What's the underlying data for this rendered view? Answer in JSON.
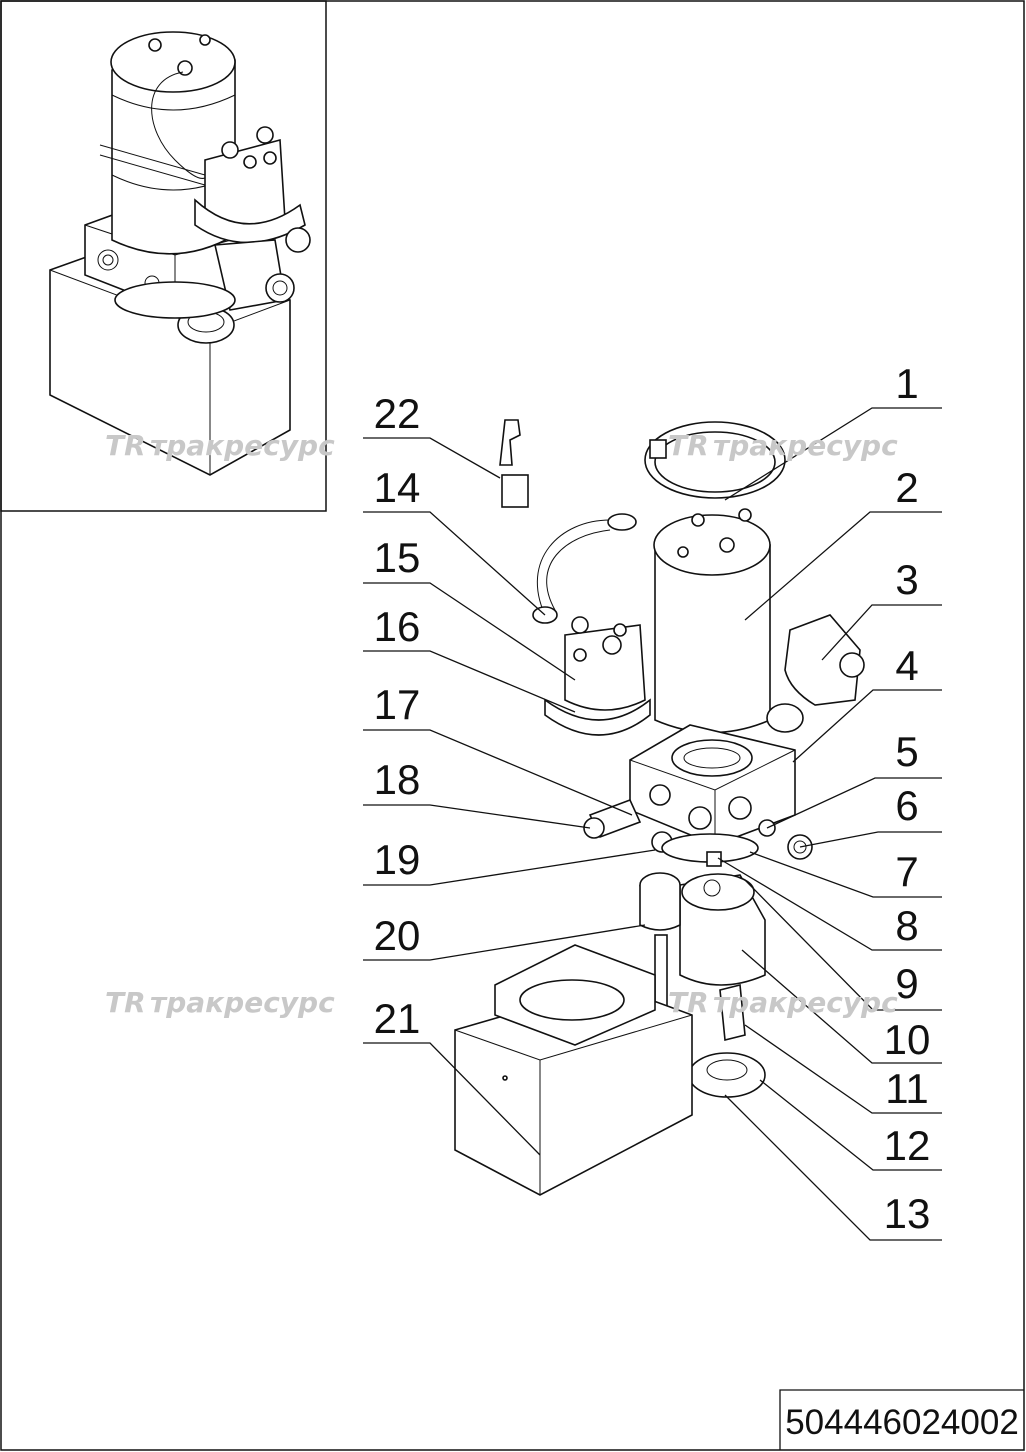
{
  "drawing": {
    "callouts": [
      "1",
      "2",
      "3",
      "4",
      "5",
      "6",
      "7",
      "8",
      "9",
      "10",
      "11",
      "12",
      "13",
      "14",
      "15",
      "16",
      "17",
      "18",
      "19",
      "20",
      "21",
      "22"
    ],
    "watermark": "трак­ресурс",
    "watermark_text": "тракресурс",
    "part_number": "504446024002"
  }
}
